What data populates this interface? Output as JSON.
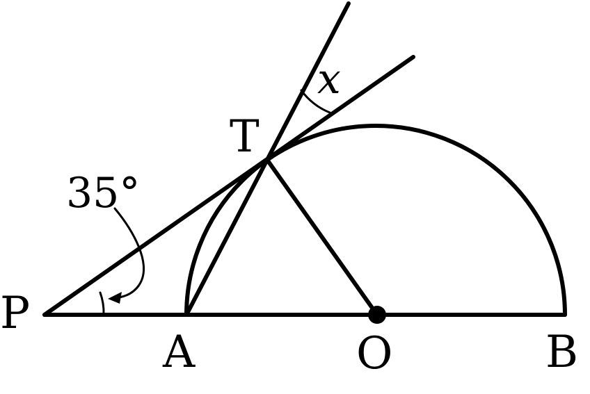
{
  "points": {
    "P": "P",
    "A": "A",
    "O": "O",
    "B": "B",
    "T": "T"
  },
  "angles": {
    "given": "35°",
    "unknown": "x"
  },
  "colors": {
    "ink": "#000000",
    "background": "#ffffff"
  }
}
